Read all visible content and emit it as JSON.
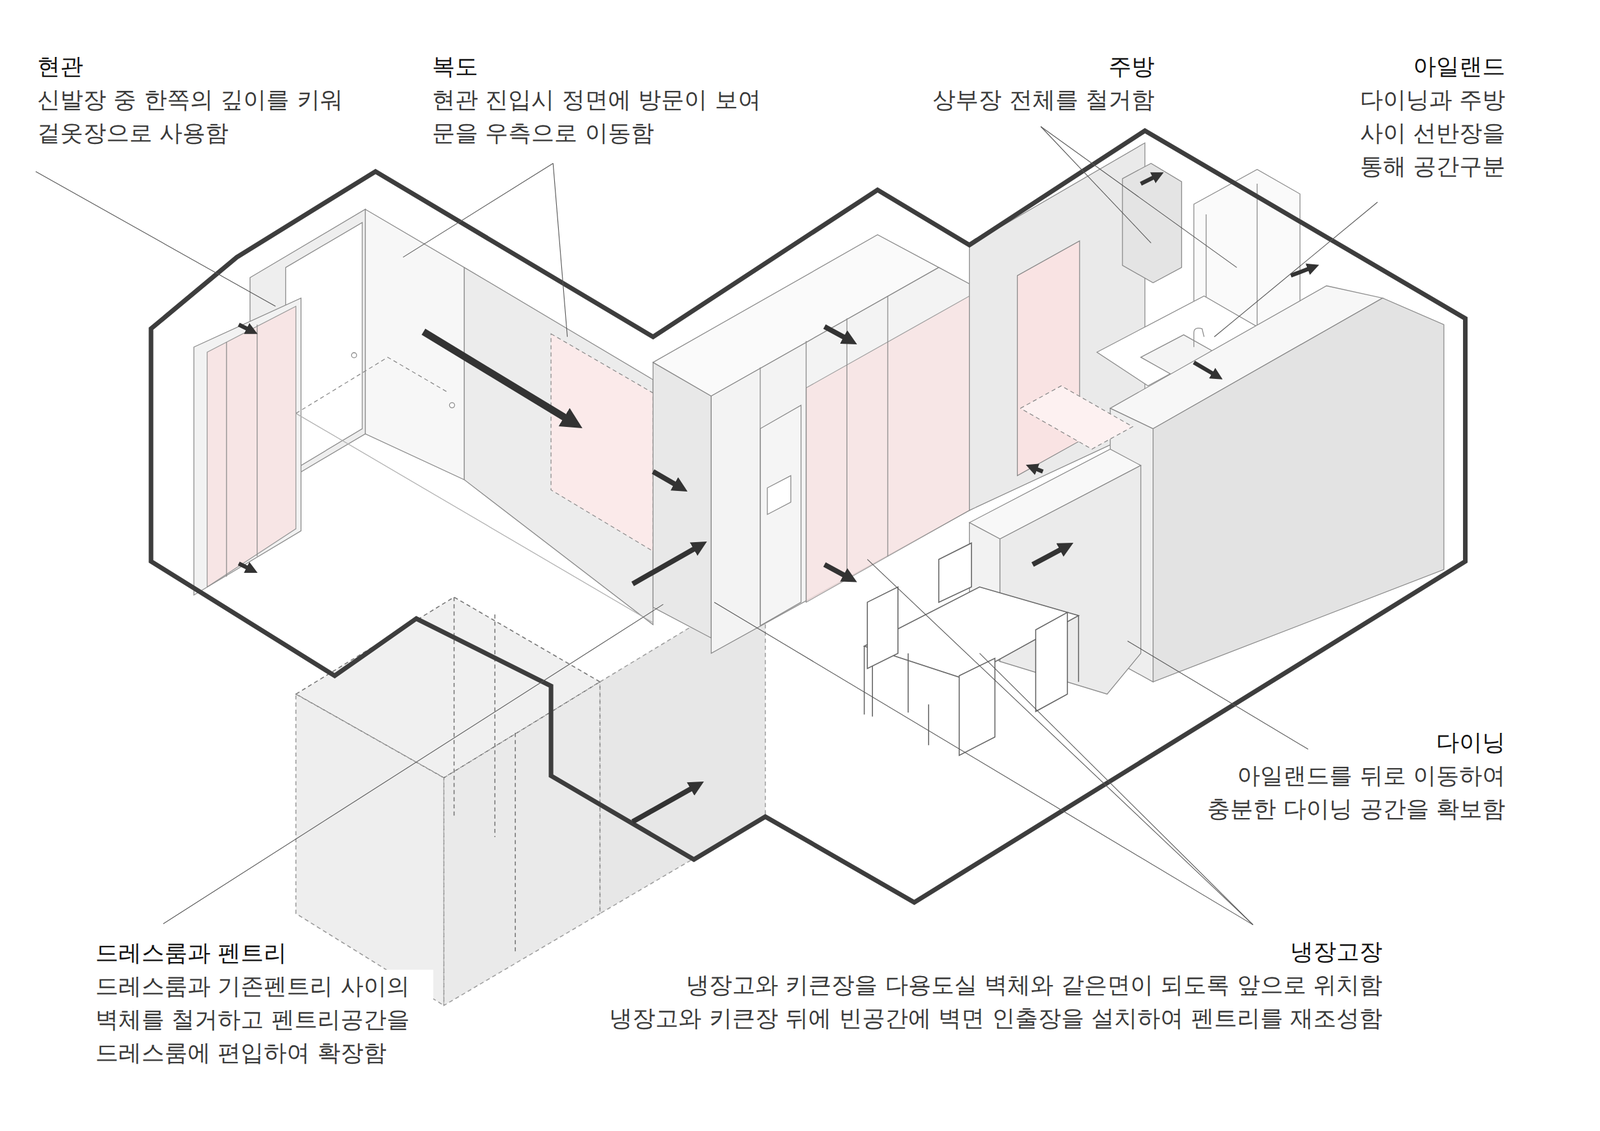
{
  "diagram": {
    "labels": [
      "현관",
      "신발장 중 한쪽의 깊이를 키워 겉옷장으로 사용함",
      "복도",
      "현관 진입시 정면에 방문이 보여 문을 우측으로 이동함",
      "주방",
      "상부장 전체를 철거함",
      "아일랜드",
      "다이닝과 주방 사이 선반장을 통해 공간구분",
      "다이닝",
      "아일랜드를 뒤로 이동하여 충분한 다이닝 공간을 확보함",
      "냉장고장",
      "냉장고와 키큰장을 다용도실 벽체와 같은면이 되도록 앞으로 위치함",
      "냉장고와 키큰장 뒤에 빈공간에 벽면 인출장을 설치하여 펜트리를 재조성함",
      "드레스룸과 펜트리",
      "드레스룸과 기존펜트리 사이의 벽체를 철거하고 펜트리공간을 드레스룸에 편입하여 확장함"
    ]
  }
}
